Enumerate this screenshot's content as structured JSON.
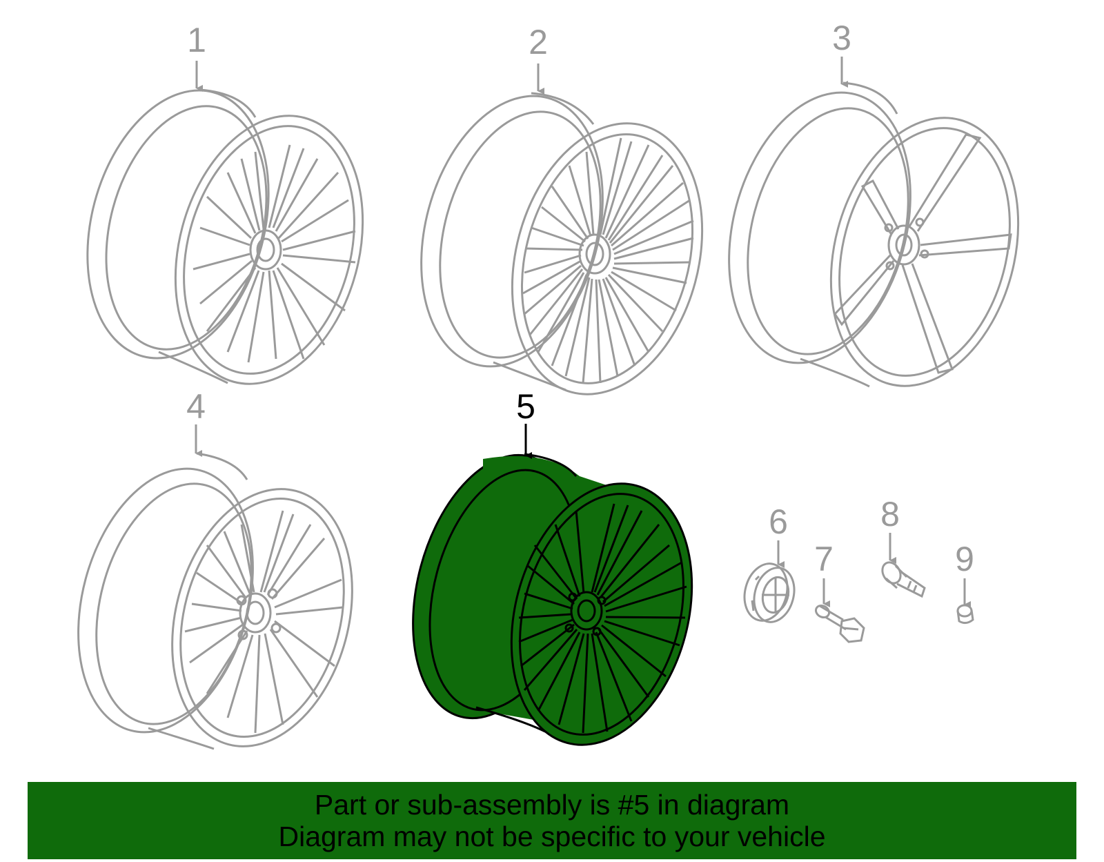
{
  "callouts": [
    {
      "id": 1,
      "label": "1",
      "highlighted": false
    },
    {
      "id": 2,
      "label": "2",
      "highlighted": false
    },
    {
      "id": 3,
      "label": "3",
      "highlighted": false
    },
    {
      "id": 4,
      "label": "4",
      "highlighted": false
    },
    {
      "id": 5,
      "label": "5",
      "highlighted": true
    },
    {
      "id": 6,
      "label": "6",
      "highlighted": false
    },
    {
      "id": 7,
      "label": "7",
      "highlighted": false
    },
    {
      "id": 8,
      "label": "8",
      "highlighted": false
    },
    {
      "id": 9,
      "label": "9",
      "highlighted": false
    }
  ],
  "banner": {
    "line1": "Part or sub-assembly is #5 in diagram",
    "line2": "Diagram may not be specific to your vehicle"
  },
  "colors": {
    "line": "#9a9a9a",
    "highlight_fill": "#0f6b0b",
    "highlight_stroke": "#000000",
    "banner": "#0f6b0b"
  }
}
